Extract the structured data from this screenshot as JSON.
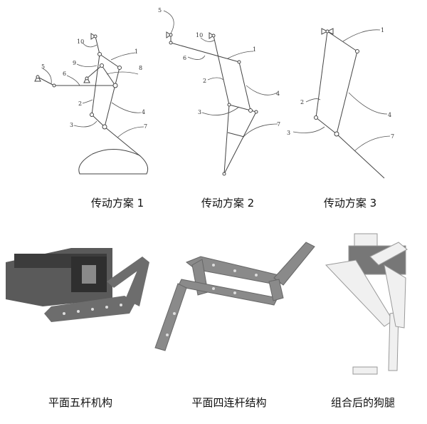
{
  "captions": {
    "scheme1": "传动方案 1",
    "scheme2": "传动方案 2",
    "scheme3": "传动方案 3",
    "five_bar": "平面五杆机构",
    "four_bar": "平面四连杆结构",
    "dog_leg": "组合后的狗腿"
  },
  "scheme1_labels": {
    "l10": "10",
    "l1": "1",
    "l9": "9",
    "l8": "8",
    "l5": "5",
    "l6": "6",
    "l2": "2",
    "l4": "4",
    "l3": "3",
    "l7": "7"
  },
  "scheme2_labels": {
    "l5": "5",
    "l10": "10",
    "l1": "1",
    "l6": "6",
    "l2": "2",
    "l4": "4",
    "l3": "3",
    "l7": "7"
  },
  "scheme3_labels": {
    "l1": "1",
    "l2": "2",
    "l4": "4",
    "l3": "3",
    "l7": "7"
  }
}
